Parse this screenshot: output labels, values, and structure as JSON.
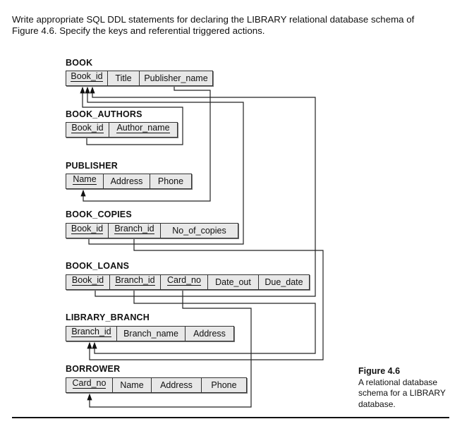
{
  "question": "Write appropriate SQL DDL statements for declaring the LIBRARY relational database schema of Figure 4.6. Specify the keys and referential triggered actions.",
  "tables": [
    {
      "name": "BOOK",
      "columns": [
        {
          "name": "Book_id",
          "pk": true
        },
        {
          "name": "Title",
          "pk": false
        },
        {
          "name": "Publisher_name",
          "pk": false
        }
      ]
    },
    {
      "name": "BOOK_AUTHORS",
      "columns": [
        {
          "name": "Book_id",
          "pk": true
        },
        {
          "name": "Author_name",
          "pk": true
        }
      ]
    },
    {
      "name": "PUBLISHER",
      "columns": [
        {
          "name": "Name",
          "pk": true
        },
        {
          "name": "Address",
          "pk": false
        },
        {
          "name": "Phone",
          "pk": false
        }
      ]
    },
    {
      "name": "BOOK_COPIES",
      "columns": [
        {
          "name": "Book_id",
          "pk": true
        },
        {
          "name": "Branch_id",
          "pk": true
        },
        {
          "name": "No_of_copies",
          "pk": false
        }
      ]
    },
    {
      "name": "BOOK_LOANS",
      "columns": [
        {
          "name": "Book_id",
          "pk": true
        },
        {
          "name": "Branch_id",
          "pk": true
        },
        {
          "name": "Card_no",
          "pk": true
        },
        {
          "name": "Date_out",
          "pk": false
        },
        {
          "name": "Due_date",
          "pk": false
        }
      ]
    },
    {
      "name": "LIBRARY_BRANCH",
      "columns": [
        {
          "name": "Branch_id",
          "pk": true
        },
        {
          "name": "Branch_name",
          "pk": false
        },
        {
          "name": "Address",
          "pk": false
        }
      ]
    },
    {
      "name": "BORROWER",
      "columns": [
        {
          "name": "Card_no",
          "pk": true
        },
        {
          "name": "Name",
          "pk": false
        },
        {
          "name": "Address",
          "pk": false
        },
        {
          "name": "Phone",
          "pk": false
        }
      ]
    }
  ],
  "caption": {
    "title": "Figure 4.6",
    "text": "A relational database schema for a LIBRARY database."
  }
}
